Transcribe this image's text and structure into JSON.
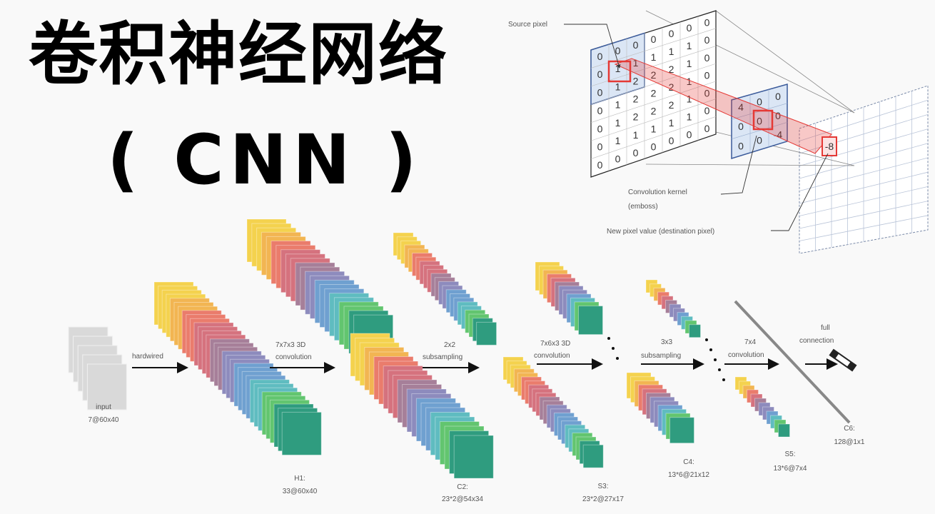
{
  "title": "卷积神经网络",
  "subtitle": "( CNN )",
  "convolution_illustration": {
    "source_label": "Source pixel",
    "kernel_label_1": "Convolution kernel",
    "kernel_label_2": "(emboss)",
    "dest_label": "New pixel value (destination pixel)",
    "source_grid": [
      [
        "0",
        "0",
        "0",
        "0",
        "0",
        "0",
        "0"
      ],
      [
        "0",
        "1",
        "1",
        "1",
        "1",
        "1",
        "0"
      ],
      [
        "0",
        "1",
        "2",
        "2",
        "2",
        "1",
        "0"
      ],
      [
        "0",
        "1",
        "2",
        "2",
        "2",
        "1",
        "0"
      ],
      [
        "0",
        "1",
        "2",
        "2",
        "2",
        "1",
        "0"
      ],
      [
        "0",
        "1",
        "1",
        "1",
        "1",
        "1",
        "0"
      ],
      [
        "0",
        "0",
        "0",
        "0",
        "0",
        "0",
        "0"
      ]
    ],
    "kernel_grid": [
      [
        "4",
        "0",
        "0"
      ],
      [
        "0",
        "0",
        "0"
      ],
      [
        "0",
        "0",
        "-4"
      ]
    ],
    "output_value": "-8"
  },
  "network": {
    "stages": [
      {
        "name": "input",
        "label1": "input",
        "label2": "7@60x40"
      },
      {
        "name": "h1",
        "label1": "H1:",
        "label2": "33@60x40"
      },
      {
        "name": "c2",
        "label1": "C2:",
        "label2": "23*2@54x34"
      },
      {
        "name": "s3",
        "label1": "S3:",
        "label2": "23*2@27x17"
      },
      {
        "name": "c4",
        "label1": "C4:",
        "label2": "13*6@21x12"
      },
      {
        "name": "s5",
        "label1": "S5:",
        "label2": "13*6@7x4"
      },
      {
        "name": "c6",
        "label1": "C6:",
        "label2": "128@1x1"
      }
    ],
    "ops": [
      {
        "line1": "hardwired",
        "line2": ""
      },
      {
        "line1": "7x7x3 3D",
        "line2": "convolution"
      },
      {
        "line1": "2x2",
        "line2": "subsampling"
      },
      {
        "line1": "7x6x3 3D",
        "line2": "convolution"
      },
      {
        "line1": "3x3",
        "line2": "subsampling"
      },
      {
        "line1": "7x4",
        "line2": "convolution"
      },
      {
        "line1": "full",
        "line2": "connection"
      }
    ],
    "palette": [
      "#f4d24e",
      "#f2b552",
      "#ea7c6c",
      "#d5727e",
      "#a67f99",
      "#8d8bbd",
      "#6fa0d0",
      "#5fbcc0",
      "#62c56f",
      "#2f9c7f"
    ],
    "input_color": "#d9d9d9",
    "highlight_color": "#e53935"
  }
}
